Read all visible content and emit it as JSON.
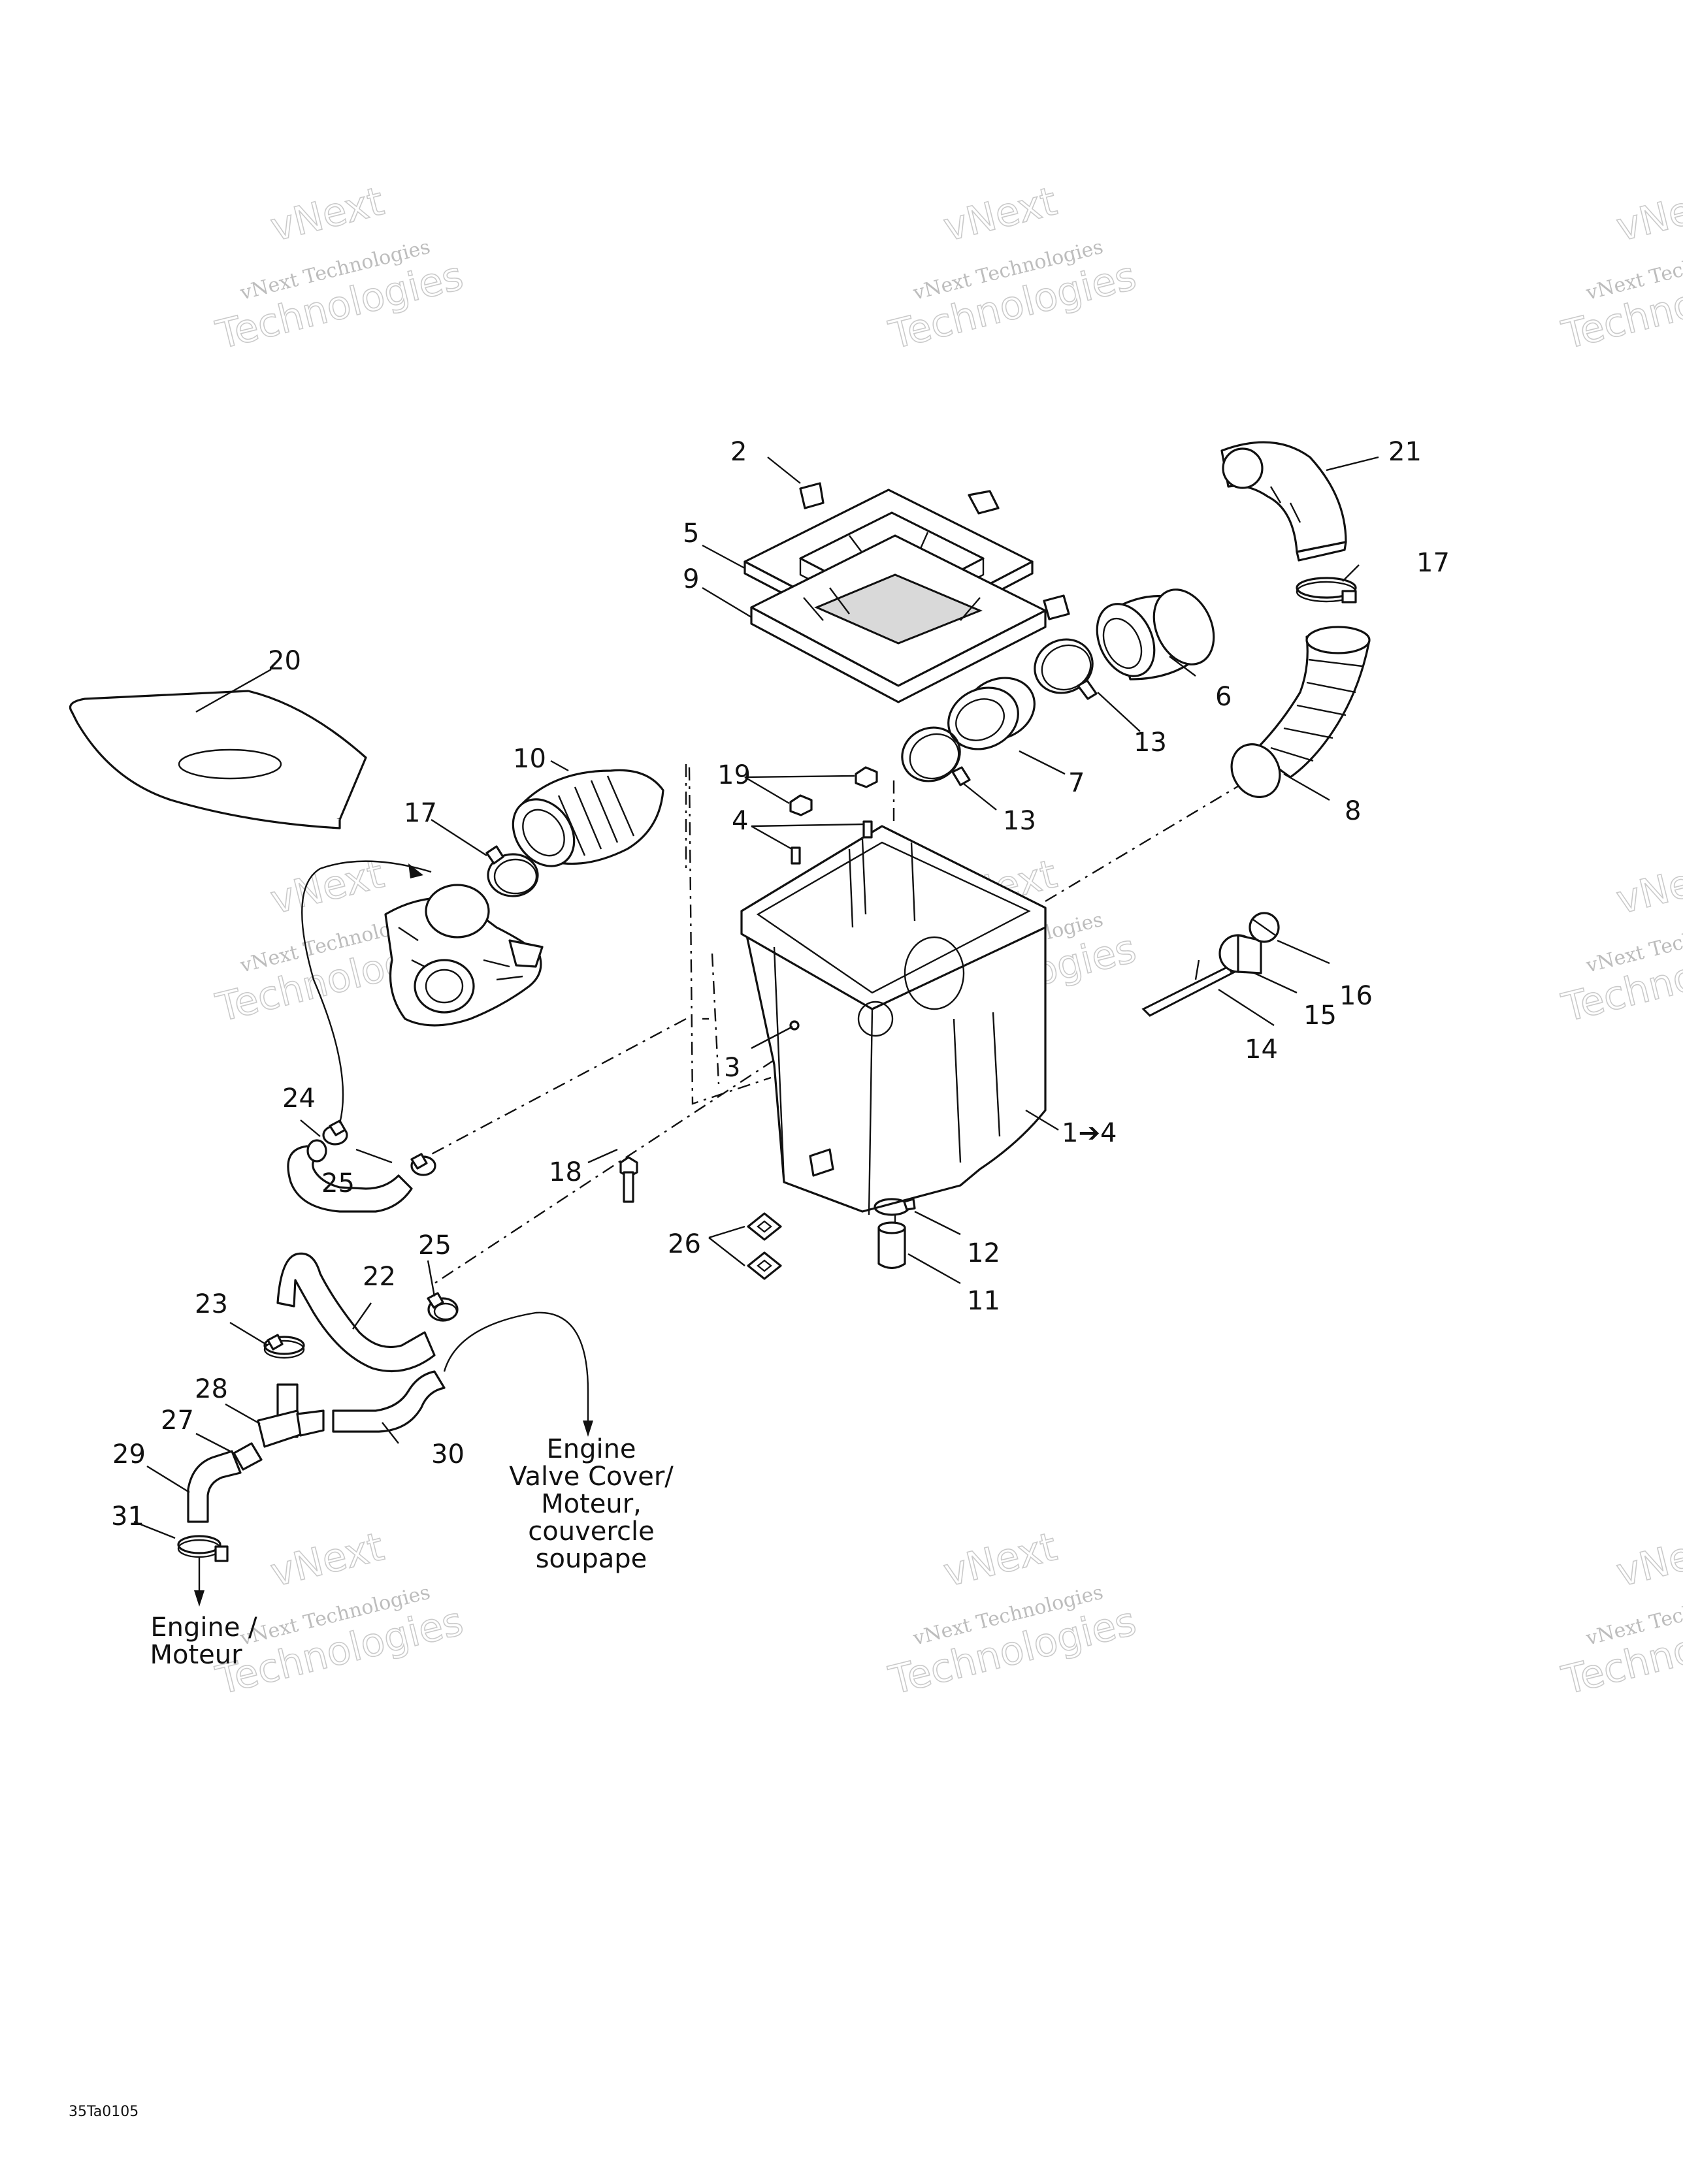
{
  "labels": {
    "l1": "1➔4",
    "l2": "2",
    "l3": "3",
    "l4a": "4",
    "l5": "5",
    "l6": "6",
    "l7": "7",
    "l8": "8",
    "l9": "9",
    "l10": "10",
    "l11": "11",
    "l12": "12",
    "l13a": "13",
    "l13b": "13",
    "l14": "14",
    "l15": "15",
    "l16": "16",
    "l17a": "17",
    "l17b": "17",
    "l18": "18",
    "l19": "19",
    "l20": "20",
    "l21": "21",
    "l22": "22",
    "l23": "23",
    "l24": "24",
    "l25a": "25",
    "l25b": "25",
    "l26": "26",
    "l27": "27",
    "l28": "28",
    "l29": "29",
    "l30": "30",
    "l31": "31"
  },
  "destinations": {
    "valve_cover": [
      "Engine",
      "Valve Cover/",
      "Moteur,",
      "couvercle",
      "soupape"
    ],
    "engine": [
      "Engine /",
      "Moteur"
    ]
  },
  "watermark": {
    "line1": "vNext Technologies",
    "line2": "vNext",
    "line3": "Technologies"
  },
  "drawing_code": "35Ta0105"
}
